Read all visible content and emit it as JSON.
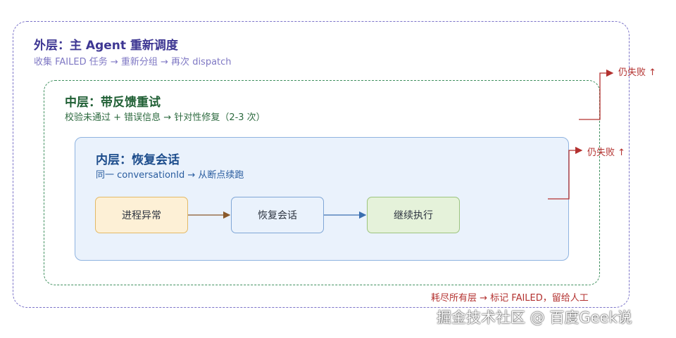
{
  "outer_layer": {
    "title": "外层：主 Agent 重新调度",
    "subtitle": "收集 FAILED 任务 → 重新分组 → 再次 dispatch"
  },
  "middle_layer": {
    "title": "中层：带反馈重试",
    "subtitle": "校验未通过 + 错误信息 → 针对性修复（2-3 次）"
  },
  "inner_layer": {
    "title": "内层：恢复会话",
    "subtitle": "同一 conversationId → 从断点续跑",
    "steps": [
      "进程异常",
      "恢复会话",
      "继续执行"
    ]
  },
  "escalations": {
    "inner_to_middle": "仍失败 ↑",
    "middle_to_outer": "仍失败 ↑",
    "exhausted": "耗尽所有层 → 标记 FAILED，留给人工"
  },
  "watermark": "掘金技术社区 @ 百度Geek说",
  "colors": {
    "outer": "#7a72c8",
    "middle": "#3f8f5e",
    "inner": "#8fb3e0",
    "escalation": "#b3312f"
  }
}
